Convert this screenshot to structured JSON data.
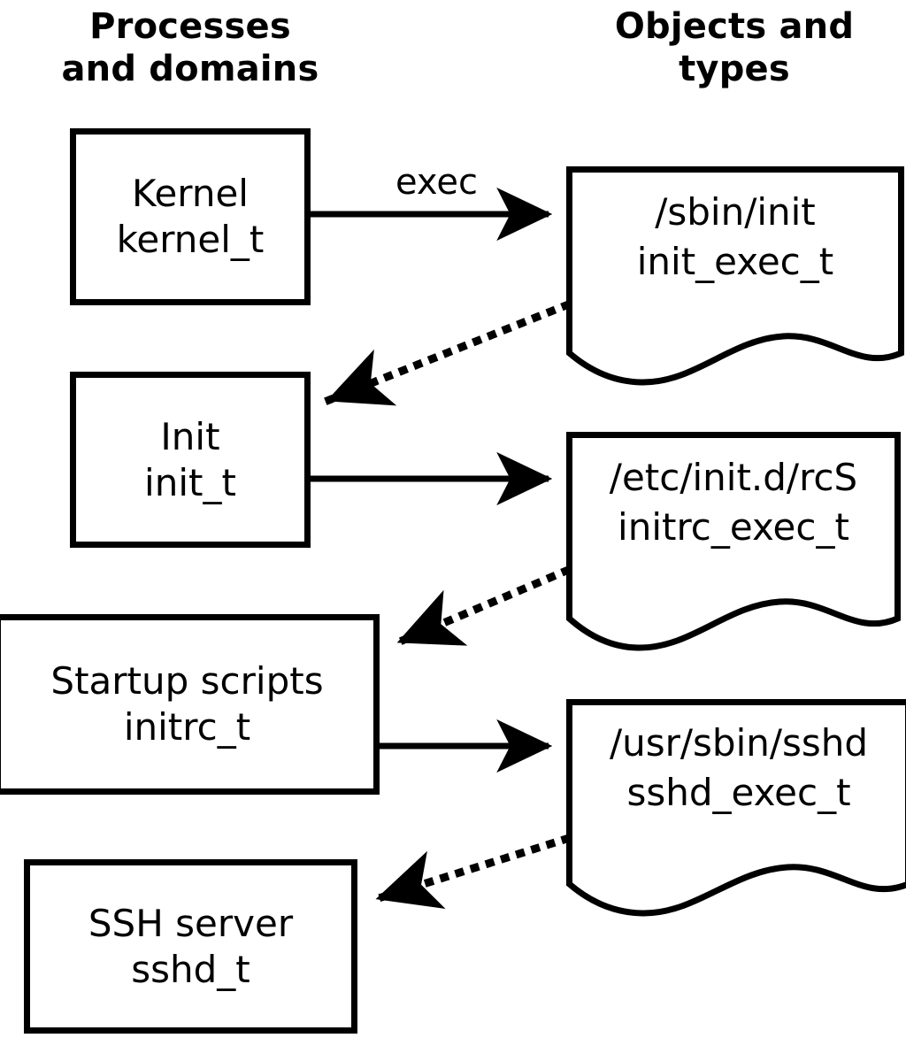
{
  "diagram": {
    "title_left": "Processes\nand domains",
    "title_right": "Objects and\ntypes",
    "colors": {
      "stroke": "#000000",
      "fill": "#ffffff",
      "background": "#ffffff"
    }
  },
  "processes": [
    {
      "name": "Kernel",
      "type": "kernel_t"
    },
    {
      "name": "Init",
      "type": "init_t"
    },
    {
      "name": "Startup scripts",
      "type": "initrc_t"
    },
    {
      "name": "SSH server",
      "type": "sshd_t"
    }
  ],
  "objects": [
    {
      "path": "/sbin/init",
      "type": "init_exec_t"
    },
    {
      "path": "/etc/init.d/rcS",
      "type": "initrc_exec_t"
    },
    {
      "path": "/usr/sbin/sshd",
      "type": "sshd_exec_t"
    }
  ],
  "edges": [
    {
      "label": "exec",
      "from": "Kernel",
      "to": "/sbin/init",
      "style": "solid"
    },
    {
      "label": "",
      "from": "/sbin/init",
      "to": "Init",
      "style": "dotted"
    },
    {
      "label": "",
      "from": "Init",
      "to": "/etc/init.d/rcS",
      "style": "solid"
    },
    {
      "label": "",
      "from": "/etc/init.d/rcS",
      "to": "Startup scripts",
      "style": "dotted"
    },
    {
      "label": "",
      "from": "Startup scripts",
      "to": "/usr/sbin/sshd",
      "style": "solid"
    },
    {
      "label": "",
      "from": "/usr/sbin/sshd",
      "to": "SSH server",
      "style": "dotted"
    }
  ]
}
